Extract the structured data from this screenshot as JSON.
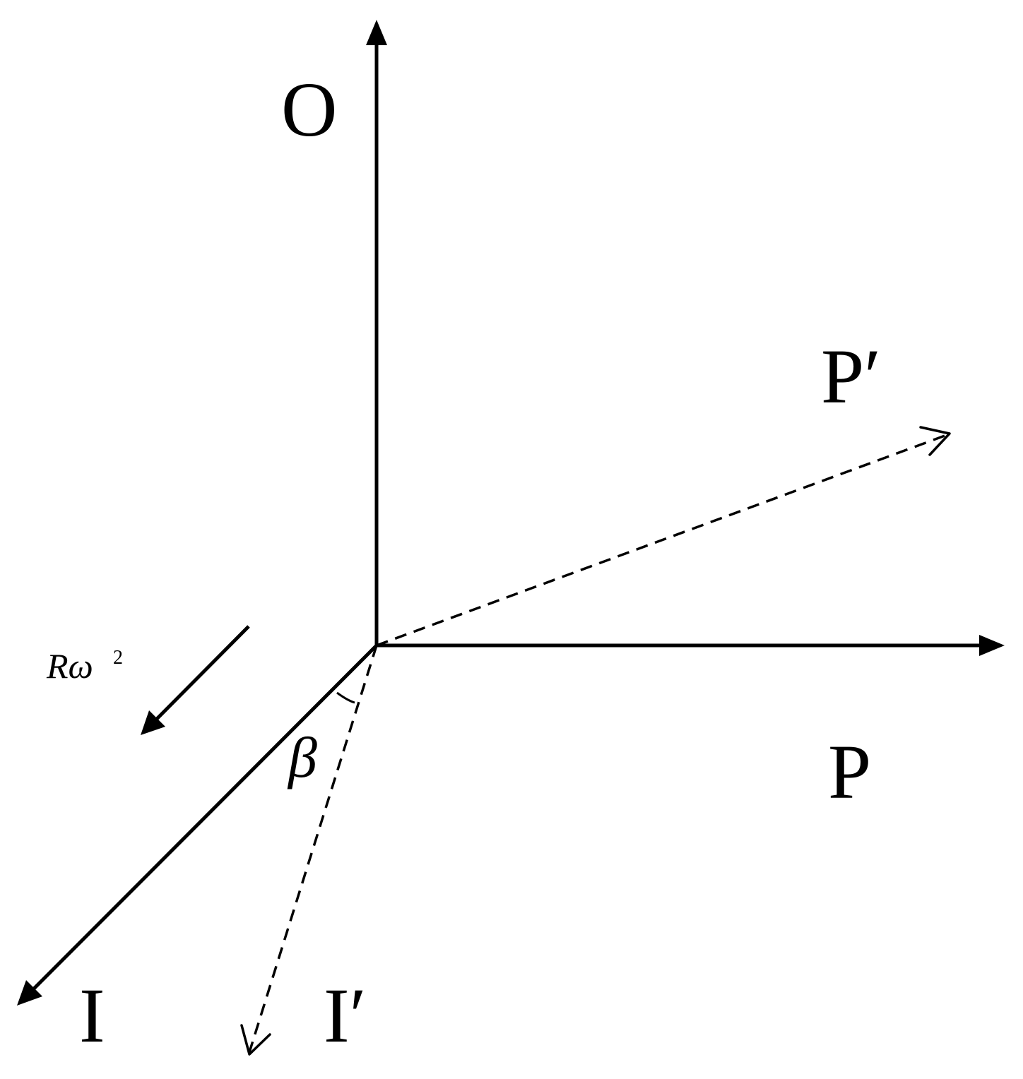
{
  "labels": {
    "O": "O",
    "P": "P",
    "P_prime": "P′",
    "I": "I",
    "I_prime": "I′",
    "beta": "β",
    "force_R": "R",
    "force_omega": "ω",
    "force_exp": "2"
  }
}
